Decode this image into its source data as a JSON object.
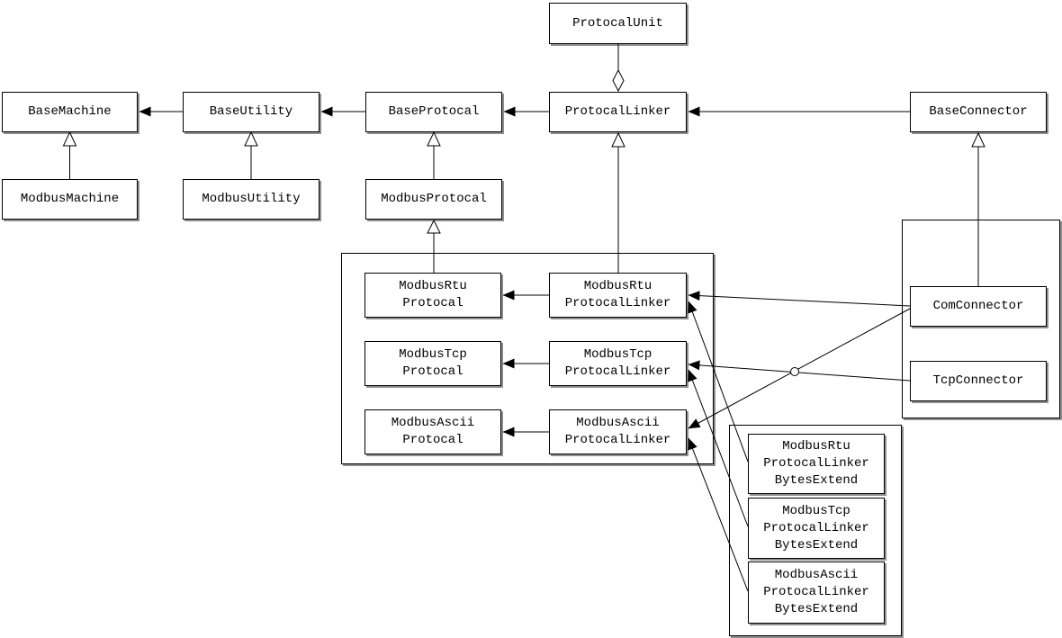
{
  "diagram": {
    "kind": "uml-class-diagram",
    "colors": {
      "background": "#ffffff",
      "line": "#000000",
      "box_border": "#000000",
      "box_shadow": "#8f8f8f"
    },
    "nodes": {
      "protocal_unit": {
        "label": "ProtocalUnit"
      },
      "base_machine": {
        "label": "BaseMachine"
      },
      "base_utility": {
        "label": "BaseUtility"
      },
      "base_protocal": {
        "label": "BaseProtocal"
      },
      "protocal_linker": {
        "label": "ProtocalLinker"
      },
      "base_connector": {
        "label": "BaseConnector"
      },
      "modbus_machine": {
        "label": "ModbusMachine"
      },
      "modbus_utility": {
        "label": "ModbusUtility"
      },
      "modbus_protocal": {
        "label": "ModbusProtocal"
      },
      "modbus_rtu_protocal": {
        "line1": "ModbusRtu",
        "line2": "Protocal"
      },
      "modbus_rtu_linker": {
        "line1": "ModbusRtu",
        "line2": "ProtocalLinker"
      },
      "modbus_tcp_protocal": {
        "line1": "ModbusTcp",
        "line2": "Protocal"
      },
      "modbus_tcp_linker": {
        "line1": "ModbusTcp",
        "line2": "ProtocalLinker"
      },
      "modbus_ascii_protocal": {
        "line1": "ModbusAscii",
        "line2": "Protocal"
      },
      "modbus_ascii_linker": {
        "line1": "ModbusAscii",
        "line2": "ProtocalLinker"
      },
      "com_connector": {
        "label": "ComConnector"
      },
      "tcp_connector": {
        "label": "TcpConnector"
      },
      "modbus_rtu_linker_bytes": {
        "line1": "ModbusRtu",
        "line2": "ProtocalLinker",
        "line3": "BytesExtend"
      },
      "modbus_tcp_linker_bytes": {
        "line1": "ModbusTcp",
        "line2": "ProtocalLinker",
        "line3": "BytesExtend"
      },
      "modbus_ascii_linker_bytes": {
        "line1": "ModbusAscii",
        "line2": "ProtocalLinker",
        "line3": "BytesExtend"
      }
    },
    "relations": [
      {
        "from": "ProtocalLinker",
        "to": "ProtocalUnit",
        "type": "aggregation"
      },
      {
        "from": "BaseUtility",
        "to": "BaseMachine",
        "type": "arrow"
      },
      {
        "from": "BaseProtocal",
        "to": "BaseUtility",
        "type": "arrow"
      },
      {
        "from": "ProtocalLinker",
        "to": "BaseProtocal",
        "type": "arrow"
      },
      {
        "from": "BaseConnector",
        "to": "ProtocalLinker",
        "type": "arrow"
      },
      {
        "from": "ModbusMachine",
        "to": "BaseMachine",
        "type": "generalization"
      },
      {
        "from": "ModbusUtility",
        "to": "BaseUtility",
        "type": "generalization"
      },
      {
        "from": "ModbusProtocal",
        "to": "BaseProtocal",
        "type": "generalization"
      },
      {
        "from": "ModbusProtocalGroup",
        "to": "ModbusProtocal",
        "type": "generalization"
      },
      {
        "from": "ModbusProtocalLinkerGroup",
        "to": "ProtocalLinker",
        "type": "generalization"
      },
      {
        "from": "ConnectorGroup",
        "to": "BaseConnector",
        "type": "generalization"
      },
      {
        "from": "ModbusRtuProtocalLinker",
        "to": "ModbusRtuProtocal",
        "type": "arrow"
      },
      {
        "from": "ModbusTcpProtocalLinker",
        "to": "ModbusTcpProtocal",
        "type": "arrow"
      },
      {
        "from": "ModbusAsciiProtocalLinker",
        "to": "ModbusAsciiProtocal",
        "type": "arrow"
      },
      {
        "from": "ComConnector",
        "to": "ModbusRtuProtocalLinker",
        "type": "arrow"
      },
      {
        "from": "ComConnector",
        "to": "ModbusAsciiProtocalLinker",
        "type": "arrow"
      },
      {
        "from": "TcpConnector",
        "to": "ModbusTcpProtocalLinker",
        "type": "arrow"
      },
      {
        "from": "ModbusRtuProtocalLinkerBytesExtend",
        "to": "ModbusRtuProtocalLinker",
        "type": "arrow"
      },
      {
        "from": "ModbusTcpProtocalLinkerBytesExtend",
        "to": "ModbusTcpProtocalLinker",
        "type": "arrow"
      },
      {
        "from": "ModbusAsciiProtocalLinkerBytesExtend",
        "to": "ModbusAsciiProtocalLinker",
        "type": "arrow"
      }
    ]
  }
}
